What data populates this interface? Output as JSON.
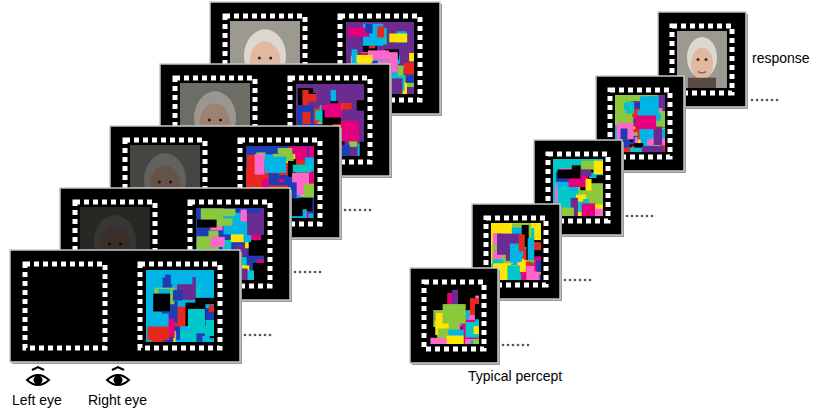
{
  "diagram": {
    "labels": [
      "Left eye",
      "Right eye",
      "Typical percept",
      "response"
    ]
  }
}
